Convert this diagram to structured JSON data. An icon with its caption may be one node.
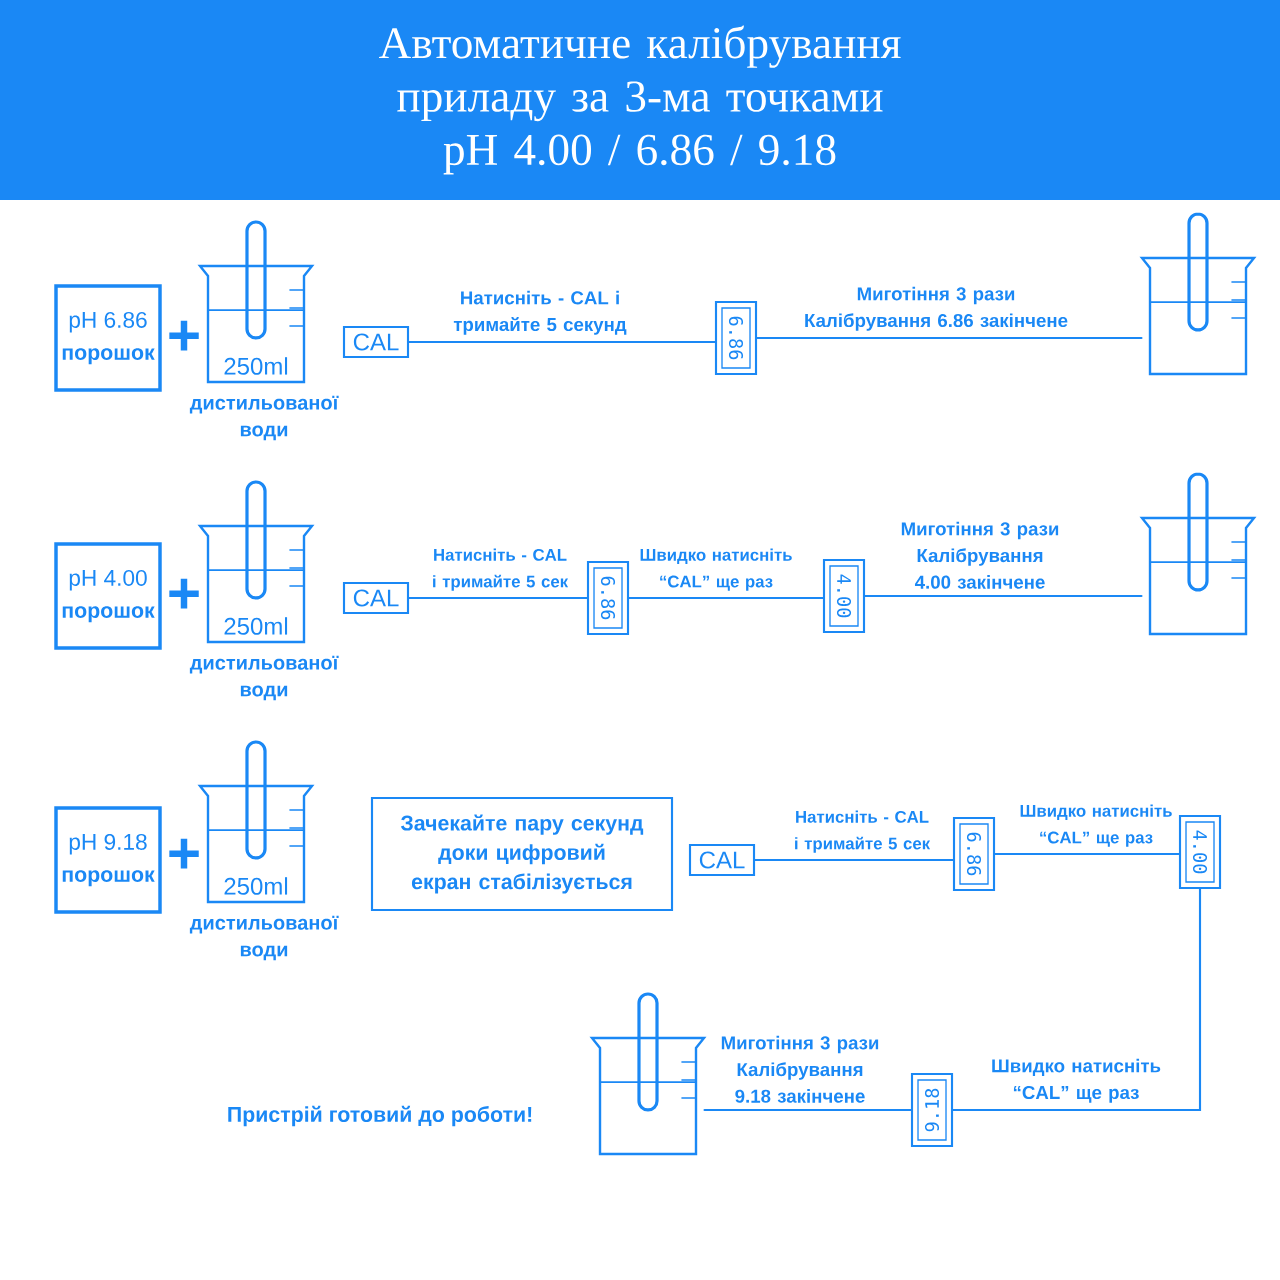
{
  "diagram": {
    "title": "Автоматичне калібрування приладу за 3-ма точками pH 4.00 / 6.86 / 9.18",
    "nodes": [
      {
        "text": [
          "pH 6.86",
          "порошок"
        ]
      },
      {
        "text": [
          "250ml"
        ],
        "beside": [
          "дистильованої води"
        ]
      },
      {
        "text": [
          "CAL"
        ]
      },
      {
        "text": [
          "6.86"
        ]
      },
      {
        "text": [],
        "shape": "picture"
      },
      {
        "text": [
          "pH 4.00",
          "порошок"
        ]
      },
      {
        "text": [
          "250ml"
        ],
        "beside": [
          "дистильованої води"
        ]
      },
      {
        "text": [
          "CAL"
        ]
      },
      {
        "text": [
          "6.86"
        ]
      },
      {
        "text": [
          "4.00"
        ]
      },
      {
        "text": [],
        "shape": "picture"
      },
      {
        "text": [
          "pH 9.18",
          "порошок"
        ]
      },
      {
        "text": [
          "250ml"
        ],
        "beside": [
          "дистильованої води"
        ]
      },
      {
        "text": [
          "Зачекайте пару секунд доки цифровий екран стабілізується"
        ]
      },
      {
        "text": [
          "CAL"
        ]
      },
      {
        "text": [
          "6.86"
        ]
      },
      {
        "text": [
          "4.00"
        ]
      },
      {
        "text": [],
        "shape": "picture"
      },
      {
        "text": [
          "9.18"
        ]
      }
    ],
    "edges": [
      {
        "from": 2,
        "to": 3,
        "arrow": "none",
        "label": "Натисніть - CAL і тримайте 5 секунд"
      },
      {
        "from": 3,
        "to": 4,
        "arrow": "none",
        "label": "Миготіння 3 рази Калібрування 6.86 закінчене"
      },
      {
        "from": 7,
        "to": 8,
        "arrow": "none",
        "label": "Натисніть - CAL і тримайте 5 сек"
      },
      {
        "from": 8,
        "to": 9,
        "arrow": "none",
        "label": "Швидко натисніть “CAL” ще раз"
      },
      {
        "from": 9,
        "to": 10,
        "arrow": "none",
        "label": "Миготіння 3 рази Калібрування 4.00 закінчене"
      },
      {
        "from": 14,
        "to": 15,
        "arrow": "none",
        "label": "Натисніть - CAL і тримайте 5 сек"
      },
      {
        "from": 15,
        "to": 16,
        "arrow": "none",
        "label": "Швидко натисніть “CAL” ще раз"
      },
      {
        "from": 16,
        "to": 18,
        "arrow": "none",
        "label": "Швидко натисніть “CAL” ще раз"
      },
      {
        "from": 18,
        "to": 17,
        "arrow": "none",
        "label": "Миготіння 3 рази Калібрування 9.18 закінчене"
      }
    ],
    "labels": [
      "+",
      "+",
      "+",
      "Пристрій готовий до роботи!"
    ]
  }
}
